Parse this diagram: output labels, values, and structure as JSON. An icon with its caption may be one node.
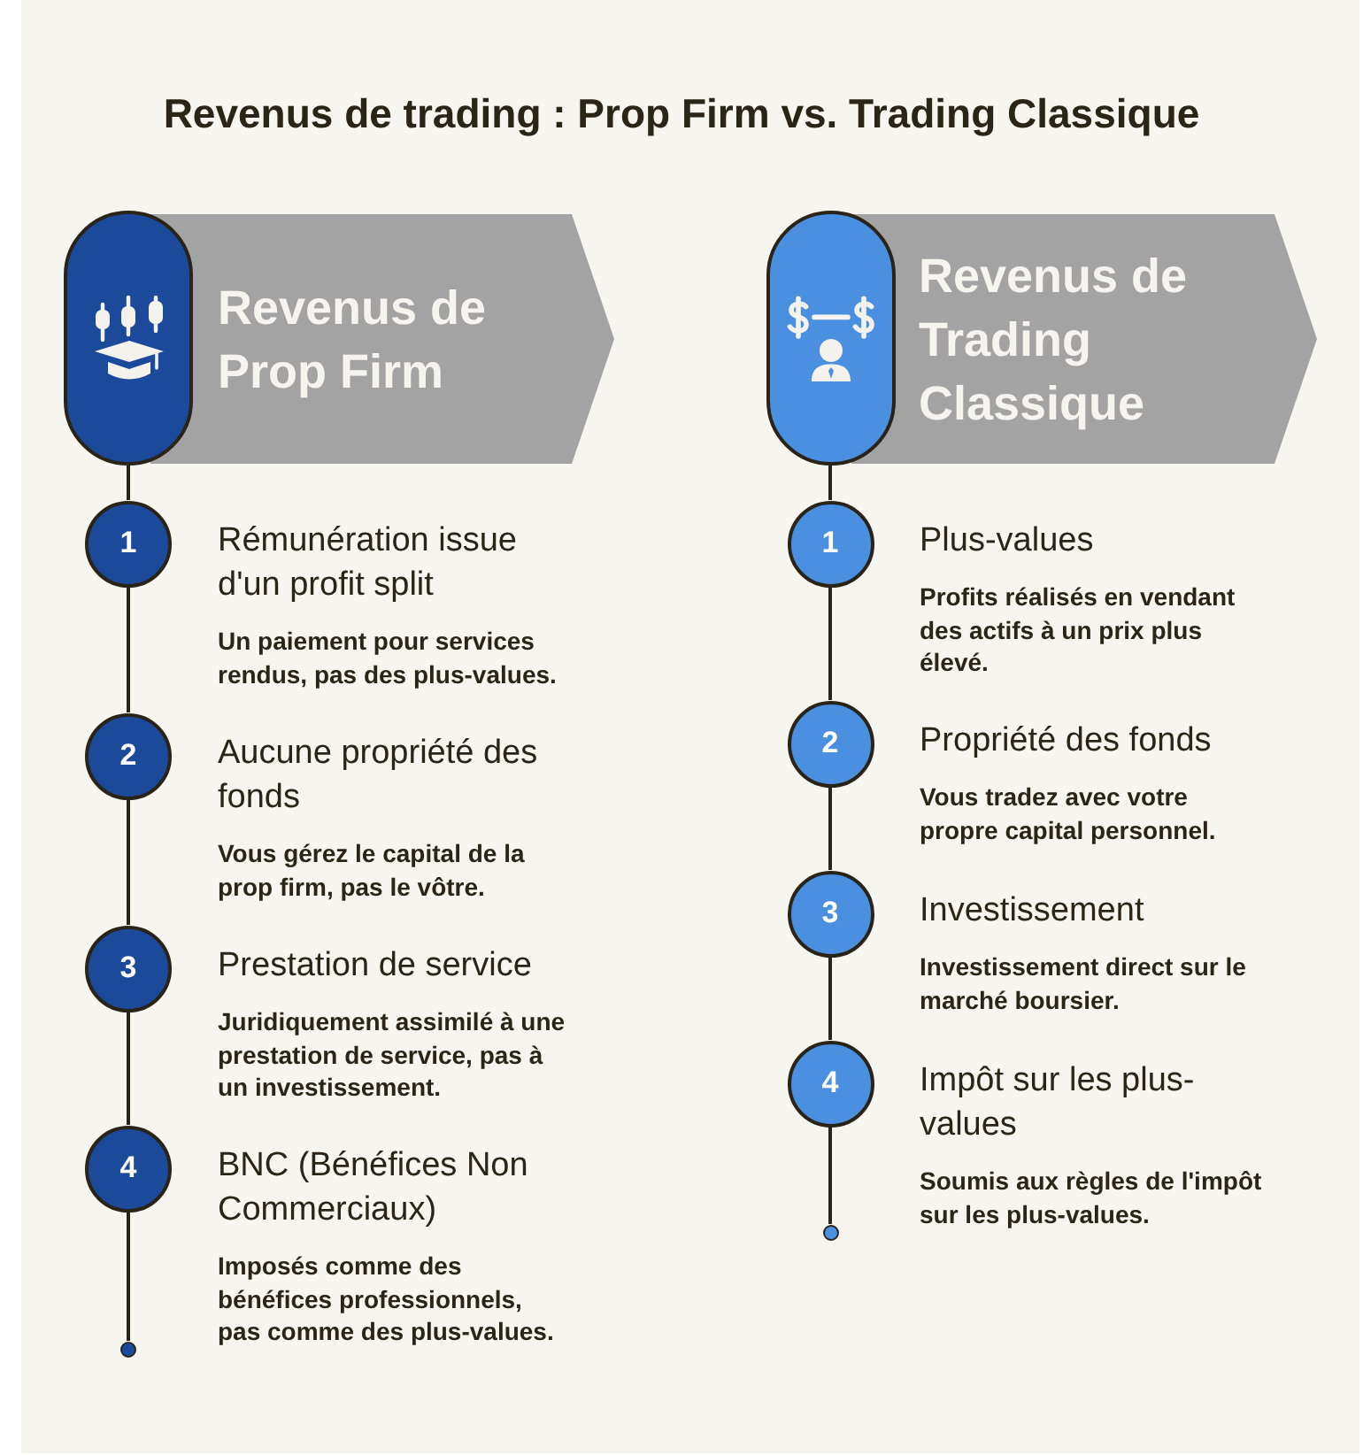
{
  "diagram": {
    "title": "Revenus de trading : Prop Firm vs. Trading Classique",
    "nodes": [
      {
        "text": [],
        "shape": "box"
      },
      {
        "text": [
          "Revenus de Prop Firm"
        ]
      },
      {
        "text": [
          "1"
        ],
        "beside": [
          "Rémunération issue d'un profit split",
          "Un paiement pour services rendus, pas des plus-values."
        ]
      },
      {
        "text": [
          "2"
        ],
        "beside": [
          "Aucune propriété des fonds",
          "Vous gérez le capital de la prop firm, pas le vôtre."
        ]
      },
      {
        "text": [
          "3"
        ],
        "beside": [
          "Prestation de service",
          "Juridiquement assimilé à une prestation de service, pas à un investissement."
        ]
      },
      {
        "text": [
          "4"
        ],
        "beside": [
          "BNC (Bénéfices Non Commerciaux)",
          "Imposés comme des bénéfices professionnels, pas comme des plus-values."
        ]
      },
      {
        "text": [],
        "shape": "circle"
      },
      {
        "text": [],
        "shape": "box"
      },
      {
        "text": [
          "Revenus de Trading Classique"
        ]
      },
      {
        "text": [
          "1"
        ],
        "beside": [
          "Plus-values",
          "Profits réalisés en vendant des actifs à un prix plus élevé."
        ]
      },
      {
        "text": [
          "2"
        ],
        "beside": [
          "Propriété des fonds",
          "Vous tradez avec votre propre capital personnel."
        ]
      },
      {
        "text": [
          "3"
        ],
        "beside": [
          "Investissement",
          "Investissement direct sur le marché boursier."
        ]
      },
      {
        "text": [
          "4"
        ],
        "beside": [
          "Impôt sur les plus-values",
          "Soumis aux règles de l'impôt sur les plus-values."
        ]
      },
      {
        "text": [],
        "shape": "circle"
      }
    ],
    "edges": [
      {
        "from": 0,
        "to": 2,
        "arrow": "none"
      },
      {
        "from": 2,
        "to": 3,
        "arrow": "none"
      },
      {
        "from": 3,
        "to": 4,
        "arrow": "none"
      },
      {
        "from": 4,
        "to": 5,
        "arrow": "none"
      },
      {
        "from": 5,
        "to": 6,
        "arrow": "none"
      },
      {
        "from": 7,
        "to": 9,
        "arrow": "none"
      },
      {
        "from": 9,
        "to": 10,
        "arrow": "none"
      },
      {
        "from": 10,
        "to": 11,
        "arrow": "none"
      },
      {
        "from": 11,
        "to": 12,
        "arrow": "none"
      },
      {
        "from": 12,
        "to": 13,
        "arrow": "none"
      }
    ]
  }
}
